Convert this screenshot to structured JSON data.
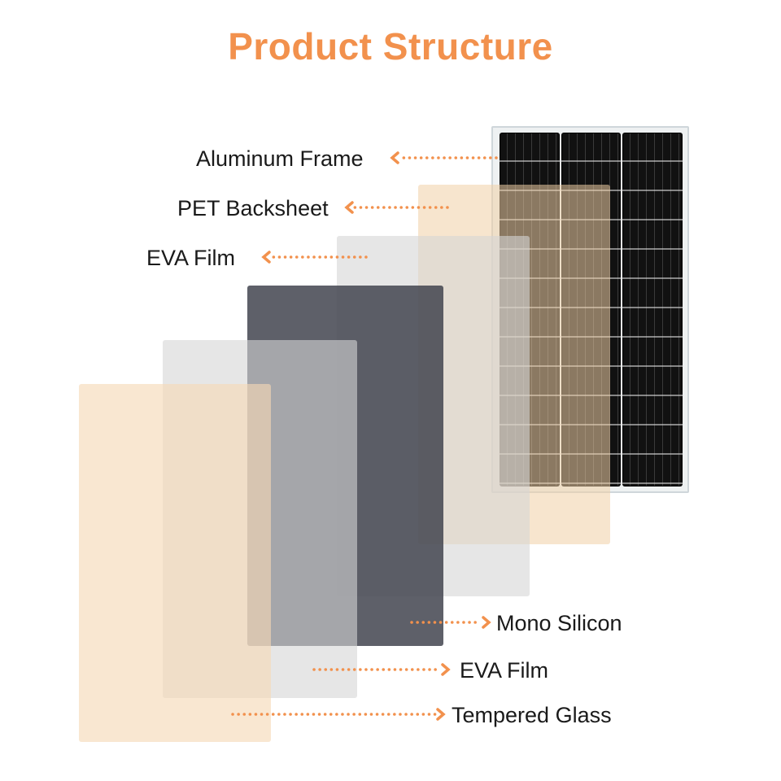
{
  "title": "Product Structure",
  "colors": {
    "accent": "#F2914D",
    "pet_backsheet": "#F5DDBF",
    "eva_film": "#DCDCDC",
    "mono_silicon": "#53545E",
    "tempered_glass": "#F8E3CB",
    "cell": "#111111"
  },
  "labels": {
    "aluminum_frame": "Aluminum Frame",
    "pet_backsheet": "PET Backsheet",
    "eva_film_top": "EVA Film",
    "mono_silicon": "Mono Silicon",
    "eva_film_bottom": "EVA Film",
    "tempered_glass": "Tempered Glass"
  }
}
